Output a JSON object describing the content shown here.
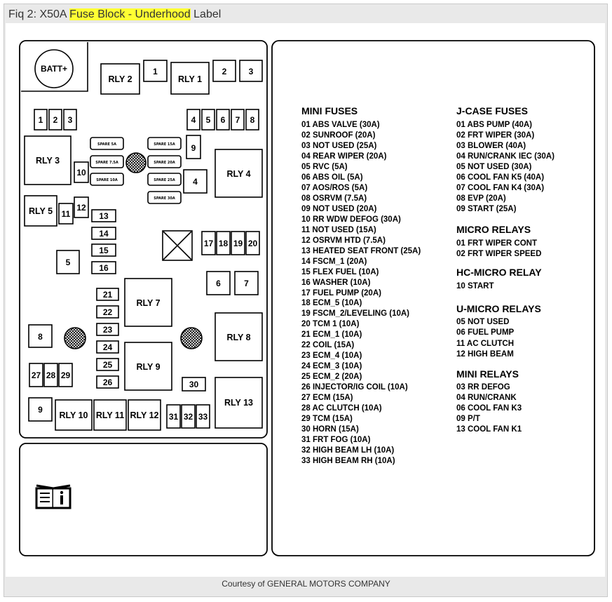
{
  "caption": {
    "prefix": "Fiq 2: X50A ",
    "highlight_1": "Fuse Block - Underhood",
    "suffix": " Label"
  },
  "credit": "Courtesy of GENERAL MOTORS COMPANY",
  "colors": {
    "highlight": "#ffff33",
    "frame": "#e9e9e9",
    "ink": "#000000"
  },
  "icons": {
    "manual": "owner-manual-info-icon",
    "hatched": "crosshatch-circle-icon",
    "crossed": "crossed-box-icon"
  },
  "diagram": {
    "batt": "BATT+",
    "spares": [
      "SPARE  5A",
      "SPARE  7.5A",
      "SPARE  10A",
      "SPARE  15A",
      "SPARE  20A",
      "SPARE  25A",
      "SPARE  30A"
    ],
    "relays": [
      "RLY 2",
      "RLY 1",
      "RLY 3",
      "RLY 4",
      "RLY 5",
      "RLY 7",
      "RLY 8",
      "RLY 9",
      "RLY 10",
      "RLY 11",
      "RLY 12",
      "RLY 13"
    ],
    "top_j": [
      "1",
      "2",
      "3"
    ],
    "mini_left": [
      "1",
      "2",
      "3"
    ],
    "mini_right": [
      "4",
      "5",
      "6",
      "7",
      "8"
    ],
    "col_13_16": [
      "13",
      "14",
      "15",
      "16"
    ],
    "col_21_26": [
      "21",
      "22",
      "23",
      "24",
      "25",
      "26"
    ],
    "group_17_20": [
      "17",
      "18",
      "19",
      "20"
    ],
    "group_27_29": [
      "27",
      "28",
      "29"
    ],
    "group_31_33": [
      "31",
      "32",
      "33"
    ],
    "singles": {
      "j4": "4",
      "j9": "9",
      "f10": "10",
      "f11": "11",
      "f12": "12",
      "j5": "5",
      "j6": "6",
      "j7": "7",
      "j8": "8",
      "j9b": "9",
      "f30": "30"
    }
  },
  "legend": {
    "mini_fuses": {
      "title": "MINI FUSES",
      "items": [
        "01  ABS VALVE  (30A)",
        "02  SUNROOF  (20A)",
        "03  NOT USED  (25A)",
        "04  REAR WIPER  (20A)",
        "05  RVC  (5A)",
        "06  ABS OIL  (5A)",
        "07  AOS/ROS  (5A)",
        "08  OSRVM  (7.5A)",
        "09  NOT USED  (20A)",
        "10  RR WDW DEFOG  (30A)",
        "11  NOT USED  (15A)",
        "12  OSRVM HTD  (7.5A)",
        "13  HEATED SEAT FRONT  (25A)",
        "14  FSCM_1  (20A)",
        "15  FLEX FUEL  (10A)",
        "16  WASHER  (10A)",
        "17  FUEL PUMP  (20A)",
        "18  ECM_5  (10A)",
        "19  FSCM_2/LEVELING  (10A)",
        "20  TCM 1  (10A)",
        "21  ECM_1  (10A)",
        "22  COIL  (15A)",
        "23  ECM_4  (10A)",
        "24  ECM_3  (10A)",
        "25  ECM_2  (20A)",
        "26  INJECTOR/IG COIL  (10A)",
        "27  ECM  (15A)",
        "28  AC CLUTCH  (10A)",
        "29  TCM  (15A)",
        "30  HORN  (15A)",
        "31  FRT FOG  (10A)",
        "32  HIGH BEAM LH  (10A)",
        "33  HIGH BEAM RH  (10A)"
      ]
    },
    "j_case": {
      "title": "J-CASE FUSES",
      "items": [
        "01  ABS PUMP  (40A)",
        "02  FRT WIPER  (30A)",
        "03  BLOWER  (40A)",
        "04  RUN/CRANK IEC  (30A)",
        "05  NOT USED  (30A)",
        "06  COOL FAN K5  (40A)",
        "07  COOL FAN K4  (30A)",
        "08  EVP  (20A)",
        "09  START  (25A)"
      ]
    },
    "micro_relays": {
      "title": "MICRO RELAYS",
      "items": [
        "01  FRT WIPER CONT",
        "02  FRT WIPER SPEED"
      ]
    },
    "hc_micro_relay": {
      "title": "HC-MICRO RELAY",
      "items": [
        "10  START"
      ]
    },
    "u_micro_relays": {
      "title": "U-MICRO RELAYS",
      "items": [
        "05  NOT USED",
        "06  FUEL PUMP",
        "11  AC CLUTCH",
        "12  HIGH BEAM"
      ]
    },
    "mini_relays": {
      "title": "MINI RELAYS",
      "items": [
        "03  RR DEFOG",
        "04  RUN/CRANK",
        "06  COOL FAN K3",
        "09  P/T",
        "13  COOL FAN K1"
      ]
    }
  }
}
